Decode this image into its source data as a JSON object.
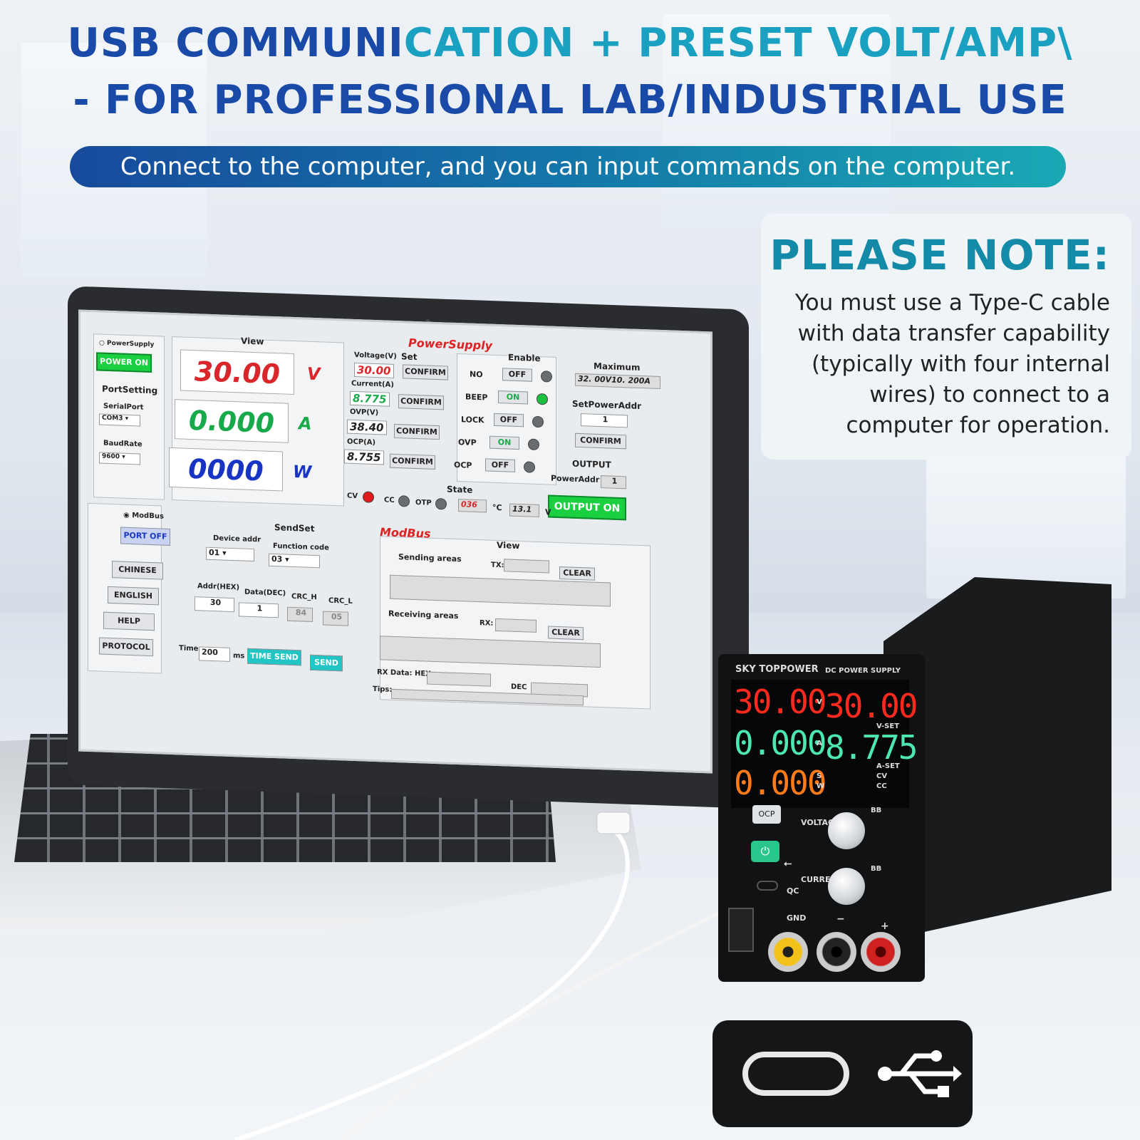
{
  "header": {
    "line1_a": "USB COMMUNI",
    "line1_b": "CATION + PRESET VOLT/AMP\\",
    "line2": "- FOR PROFESSIONAL LAB/INDUSTRIAL USE",
    "banner": "Connect to the computer, and you can input commands on the computer."
  },
  "note": {
    "title": "PLEASE NOTE:",
    "lines": [
      "You must use a Type-C cable",
      "with data transfer capability",
      "(typically with four internal",
      "wires) to connect to a",
      "computer for operation."
    ]
  },
  "app": {
    "section_power": "PowerSupply",
    "section_modbus": "ModBus",
    "radio_power": "PowerSupply",
    "power_on": "POWER ON",
    "port_setting": "PortSetting",
    "serial_port": "SerialPort",
    "serial_value": "COM3",
    "baud_rate": "BaudRate",
    "baud_value": "9600",
    "view": "View",
    "voltage": "30.00",
    "current": "0.000",
    "power": "0000",
    "unit_v": "V",
    "unit_a": "A",
    "unit_w": "W",
    "set": "Set",
    "voltage_lbl": "Voltage(V)",
    "voltage_set": "30.00",
    "current_lbl": "Current(A)",
    "current_set": "8.775",
    "ovp_lbl": "OVP(V)",
    "ovp_set": "38.40",
    "ocp_lbl": "OCP(A)",
    "ocp_set": "8.755",
    "confirm": "CONFIRM",
    "enable": "Enable",
    "en": [
      {
        "n": "NO",
        "s": "OFF"
      },
      {
        "n": "BEEP",
        "s": "ON"
      },
      {
        "n": "LOCK",
        "s": "OFF"
      },
      {
        "n": "OVP",
        "s": "ON"
      },
      {
        "n": "OCP",
        "s": "OFF"
      }
    ],
    "maximum": "Maximum",
    "max_value": "32. 00V10. 200A",
    "setpoweraddr": "SetPowerAddr",
    "addr_value": "1",
    "output": "OUTPUT",
    "poweraddr": "PowerAddr",
    "poweraddr_value": "1",
    "output_on": "OUTPUT ON",
    "state": "State",
    "cv": "CV",
    "cc": "CC",
    "otp": "OTP",
    "temp": "036",
    "temp_unit": "°C",
    "volt_in": "13.1",
    "volt_unit": "V",
    "radio_modbus": "ModBus",
    "port_off": "PORT  OFF",
    "chinese": "CHINESE",
    "english": "ENGLISH",
    "help": "HELP",
    "protocol": "PROTOCOL",
    "sendset": "SendSet",
    "device_addr": "Device addr",
    "device_val": "01",
    "function_code": "Function code",
    "function_val": "03",
    "addr_hex": "Addr(HEX)",
    "addr_hex_val": "30",
    "data_dec": "Data(DEC)",
    "data_dec_val": "1",
    "crc_h": "CRC_H",
    "crc_h_val": "84",
    "crc_l": "CRC_L",
    "crc_l_val": "05",
    "time": "Time",
    "time_val": "200",
    "ms": "ms",
    "time_send": "TIME SEND",
    "send": "SEND",
    "view2": "View",
    "sending": "Sending areas",
    "tx": "TX:",
    "clear": "CLEAR",
    "receiving": "Receiving areas",
    "rx": "RX:",
    "rxdata": "RX Data:",
    "hex": "HEX",
    "dec": "DEC",
    "tips": "Tips:"
  },
  "psu": {
    "brand": "SKY TOPPOWER",
    "model": "DC POWER SUPPLY",
    "v_out": "30.00",
    "v_set": "30.00",
    "a_out": "0.000",
    "a_set": "8.775",
    "w_out": "0.000",
    "v": "V",
    "a": "A",
    "s": "S",
    "w": "W",
    "vset_lbl": "V-SET",
    "aset_lbl": "A-SET",
    "cv": "CV",
    "cc": "CC",
    "ocp": "OCP",
    "voltage": "VOLTAGE",
    "current": "CURRENT",
    "qc": "QC",
    "gnd": "GND",
    "minus": "−",
    "plus": "+",
    "bb": "BB"
  },
  "colors": {
    "title_blue": "#1a4aa8",
    "title_cyan": "#1aa0c0",
    "note_title": "#128aa8",
    "seg_red": "#ff2a1e",
    "seg_green": "#4ce8b0",
    "seg_orange": "#ff7a18"
  }
}
